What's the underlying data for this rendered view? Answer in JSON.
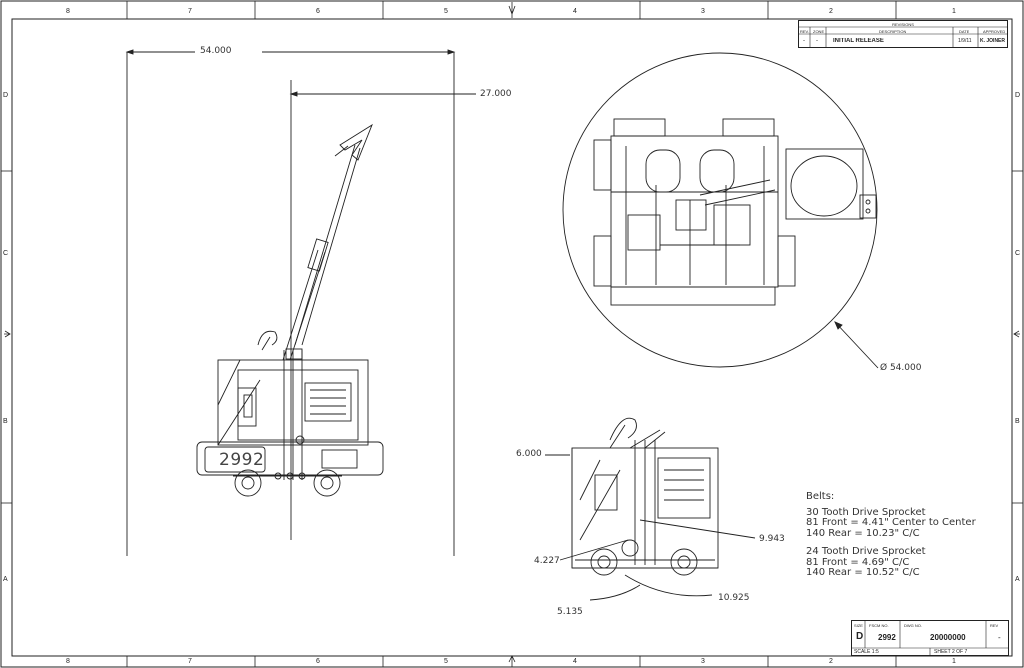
{
  "border_zones": {
    "columns": [
      "8",
      "7",
      "6",
      "5",
      "4",
      "3",
      "2",
      "1"
    ],
    "rows": [
      "D",
      "C",
      "B",
      "A"
    ]
  },
  "revision_table": {
    "header": "REVISIONS",
    "columns": [
      "REV.",
      "ZONE",
      "DESCRIPTION",
      "DATE",
      "APPROVED"
    ],
    "row": {
      "rev": "-",
      "zone": "-",
      "description": "INITIAL RELEASE",
      "date": "1/9/11",
      "approved": "K. JOINER"
    }
  },
  "dimensions": {
    "overall_width": "54.000",
    "half_width": "27.000",
    "diameter": "Ø 54.000",
    "side_offset": "6.000",
    "d1": "9.943",
    "d2": "4.227",
    "d3": "10.925",
    "d4": "5.135"
  },
  "robot_number": "2992",
  "notes": {
    "title": "Belts:",
    "lines": [
      "30 Tooth Drive Sprocket",
      "81 Front = 4.41\" Center to Center",
      "140 Rear = 10.23\" C/C",
      "24 Tooth Drive Sprocket",
      "81 Front = 4.69\" C/C",
      "140 Rear = 10.52\" C/C"
    ]
  },
  "title_block": {
    "size_label": "SIZE",
    "size": "D",
    "fscm_label": "FSCM NO.",
    "fscm": "2992",
    "dwg_label": "DWG NO.",
    "dwg": "20000000",
    "rev_label": "REV",
    "rev": "-",
    "scale": "SCALE 1:5",
    "sheet": "SHEET 2 OF 7"
  },
  "colors": {
    "line": "#222222",
    "paper": "#ffffff"
  }
}
